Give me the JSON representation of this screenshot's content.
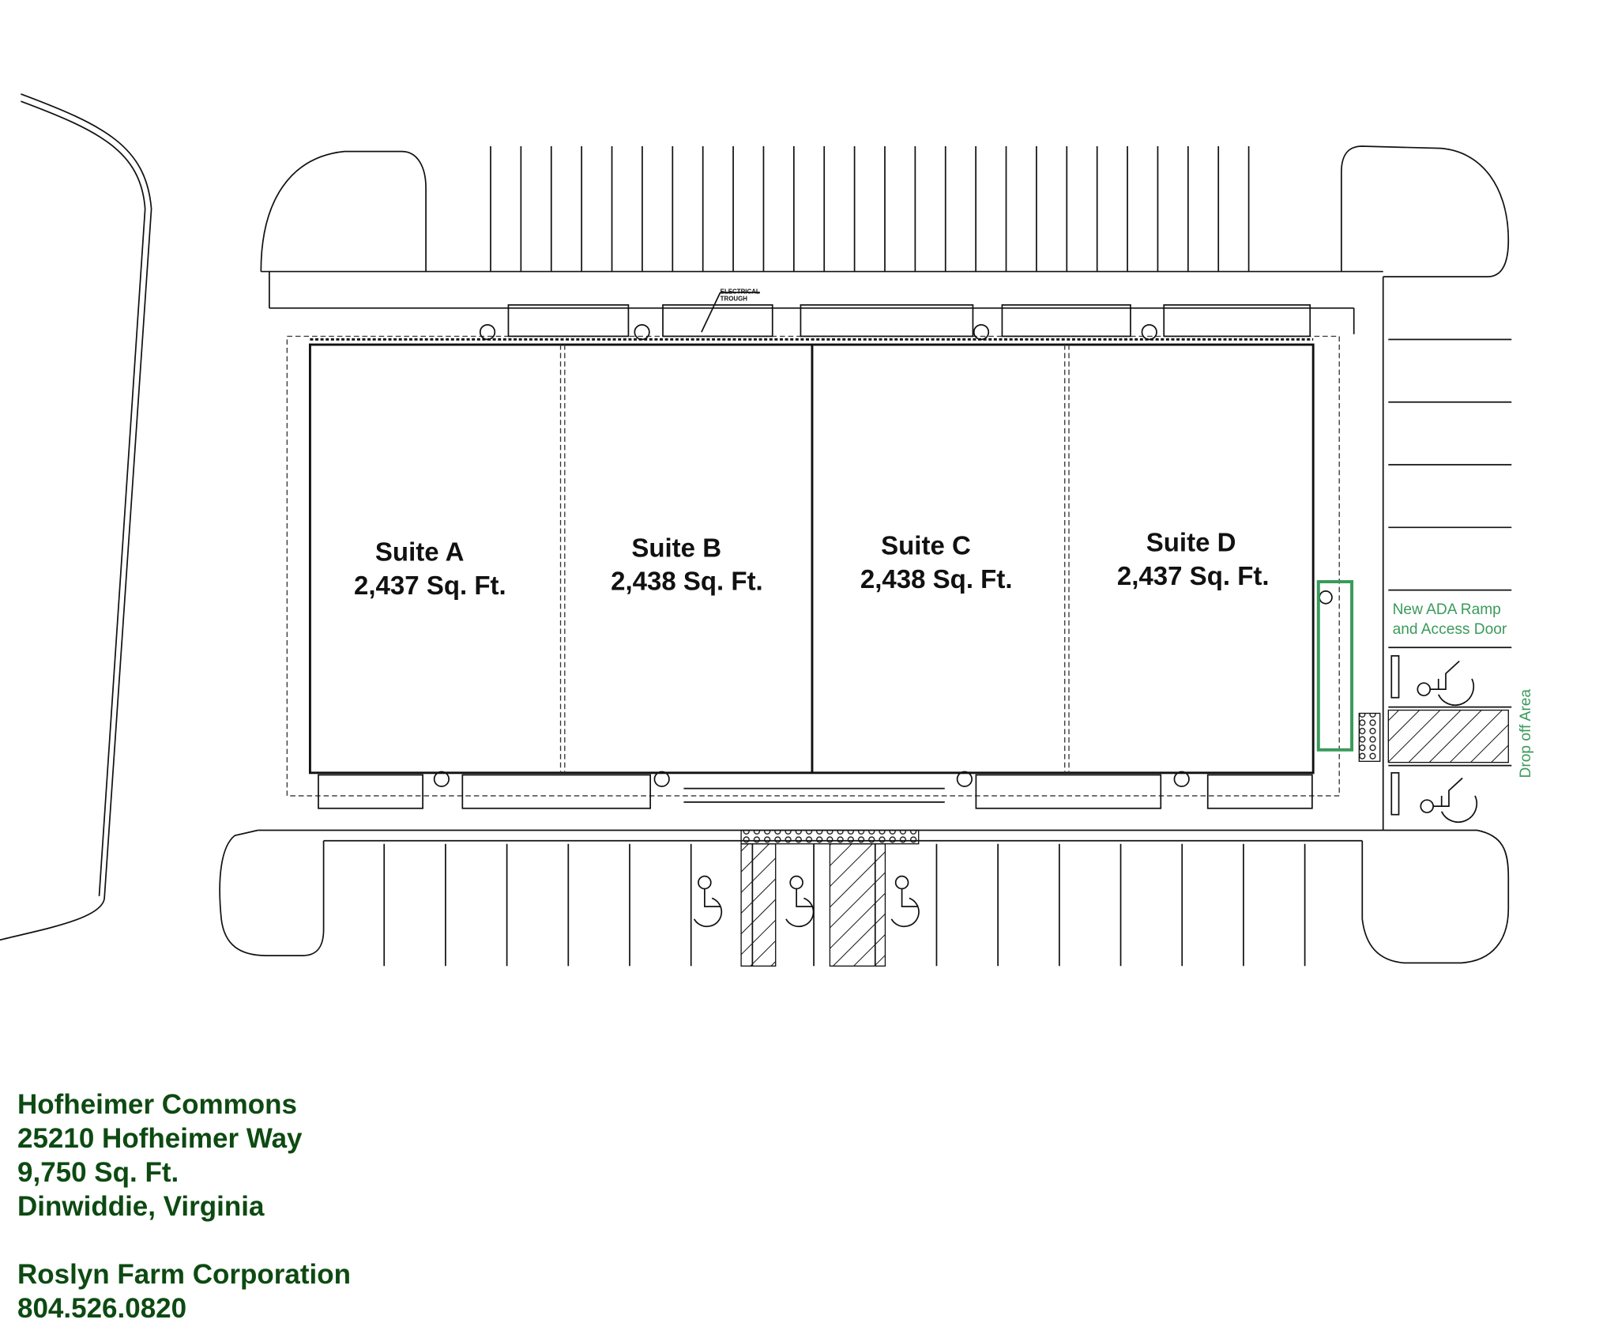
{
  "plan": {
    "suites": [
      {
        "name": "Suite A",
        "area": "2,437 Sq. Ft."
      },
      {
        "name": "Suite B",
        "area": "2,438 Sq. Ft."
      },
      {
        "name": "Suite C",
        "area": "2,438 Sq. Ft."
      },
      {
        "name": "Suite D",
        "area": "2,437 Sq. Ft."
      }
    ],
    "electrical_label_1": "ELECTRICAL",
    "electrical_label_2": "TROUGH",
    "ada_note_1": "New ADA Ramp",
    "ada_note_2": "and Access Door",
    "drop_off": "Drop off Area",
    "highlight_color": "#3a9a5a"
  },
  "info": {
    "name": "Hofheimer Commons",
    "address": "25210 Hofheimer Way",
    "size": "9,750 Sq. Ft.",
    "location": "Dinwiddie, Virginia",
    "company": "Roslyn Farm Corporation",
    "phone": "804.526.0820",
    "text_color": "#0d4a12"
  }
}
